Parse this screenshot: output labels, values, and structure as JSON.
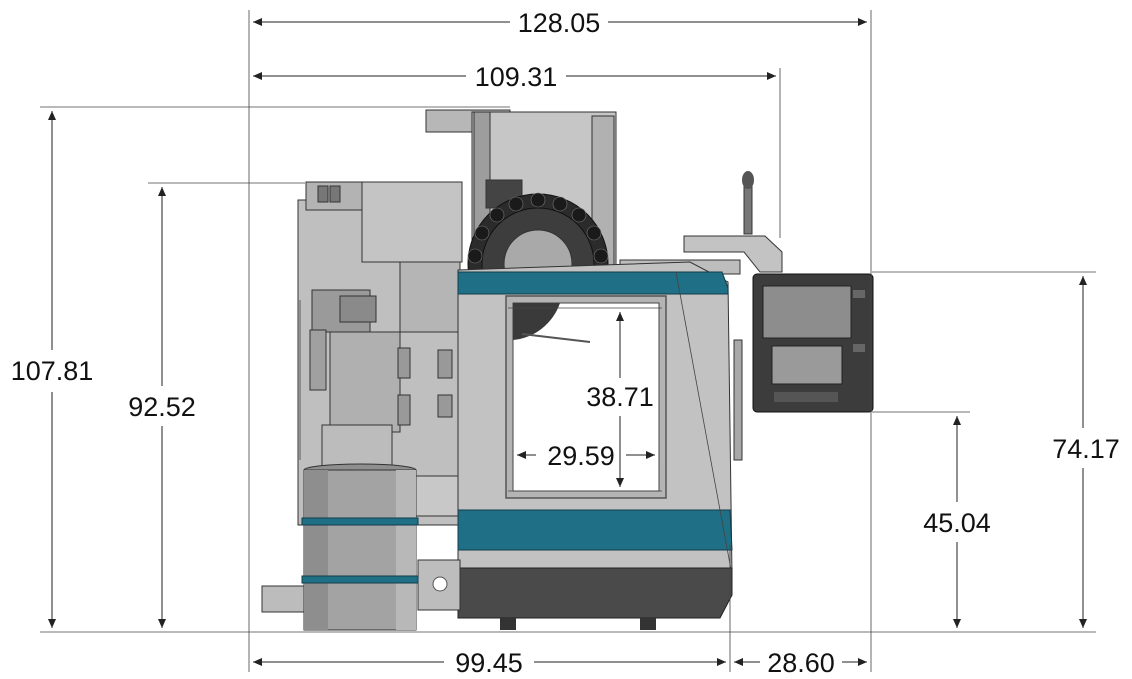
{
  "dimensions": {
    "overall_width": "128.05",
    "width_to_control_arm": "109.31",
    "overall_height": "107.81",
    "height_to_carousel": "92.52",
    "control_panel_height": "74.17",
    "control_panel_bottom_height": "45.04",
    "door_opening_height": "38.71",
    "door_opening_width": "29.59",
    "base_depth": "99.45",
    "control_panel_offset": "28.60"
  },
  "colors": {
    "accent_teal": "#1f6f86",
    "body_light": "#c9c9c9",
    "body_mid": "#a6a6a6",
    "base_dark": "#4a4a4a",
    "panel_dark": "#3c3c3c",
    "screen": "#8d8d8d"
  }
}
